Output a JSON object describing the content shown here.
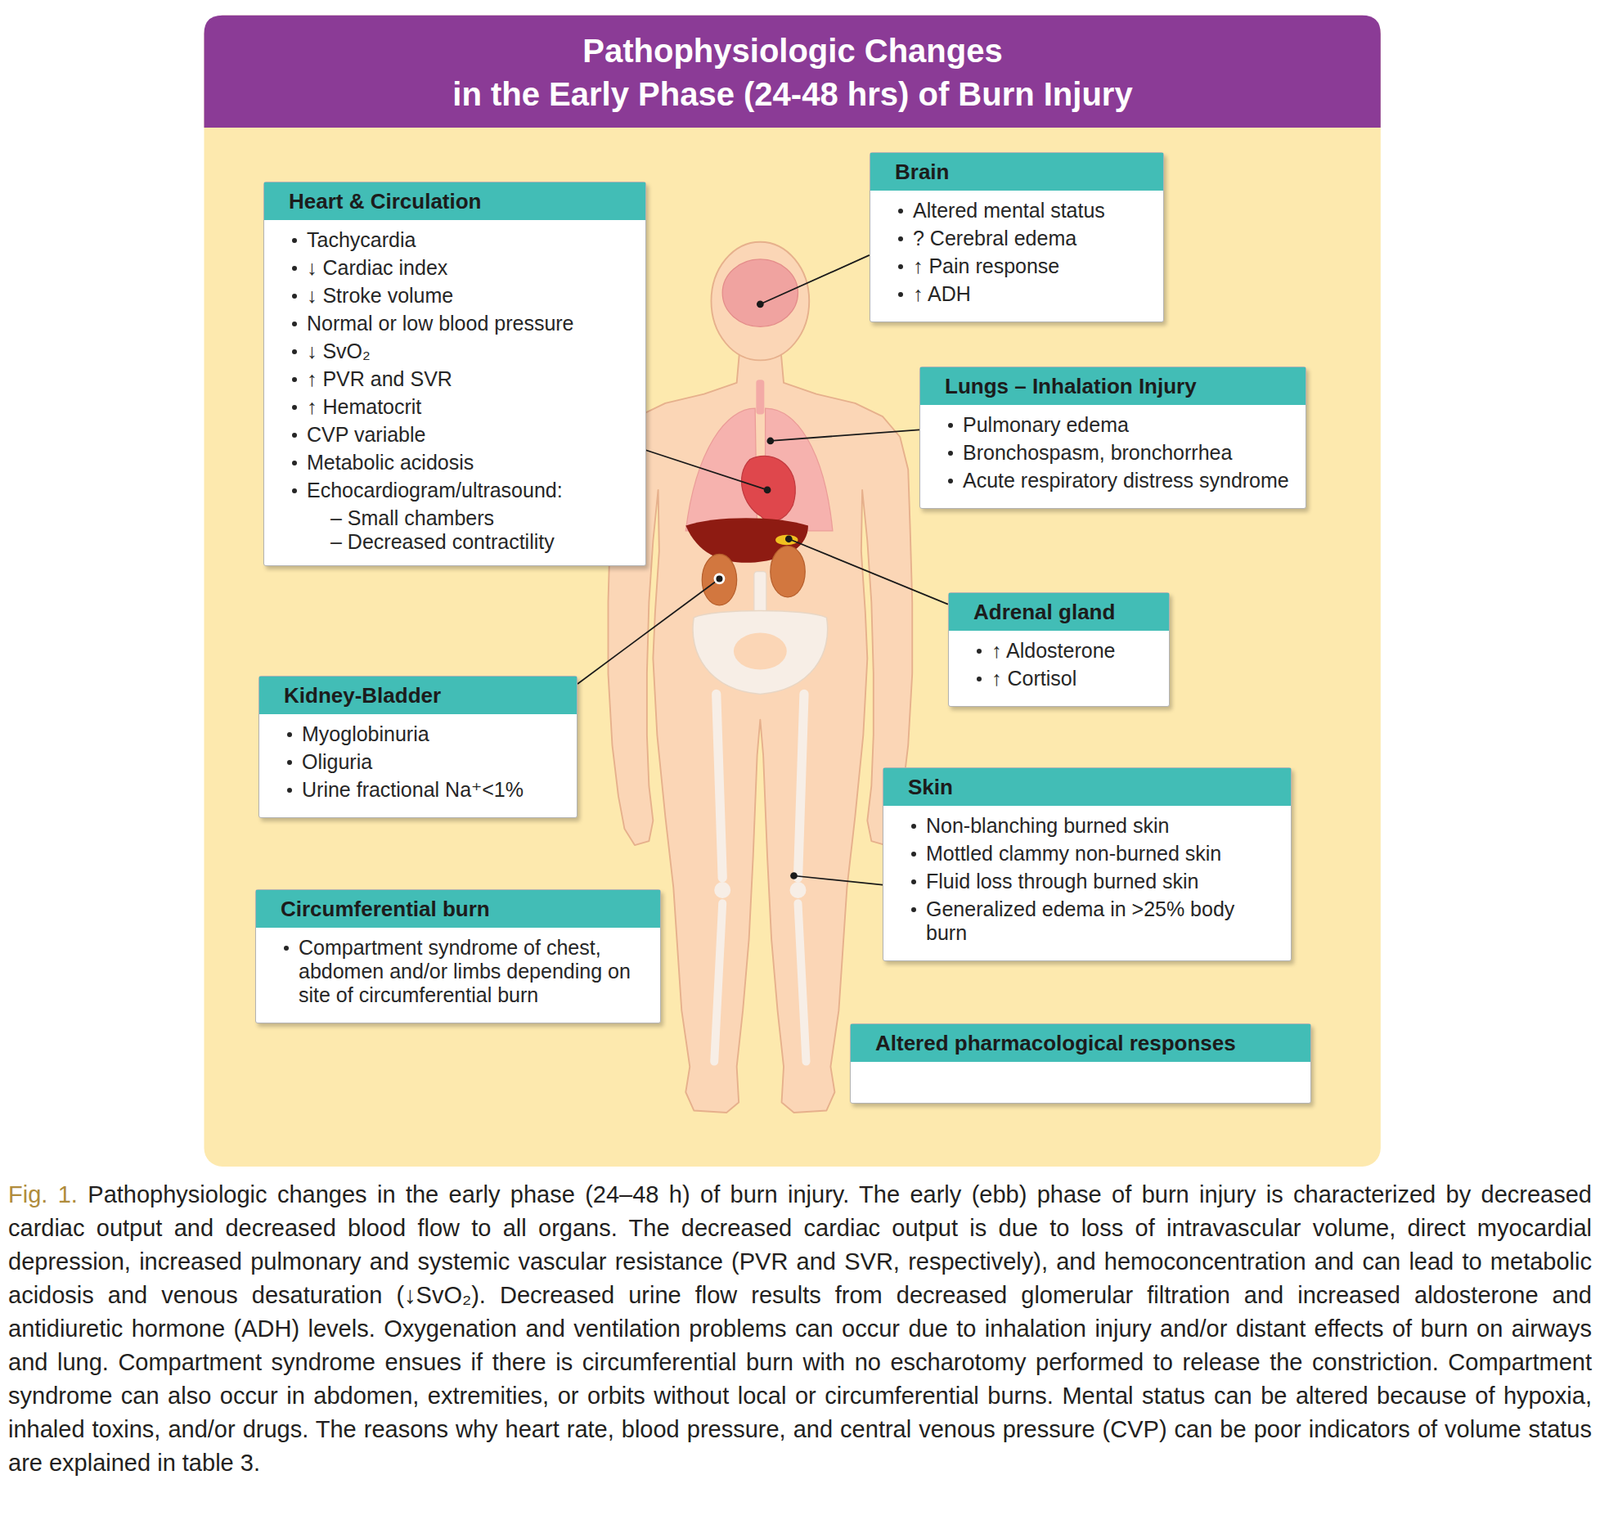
{
  "diagram": {
    "title": "Pathophysiologic Changes in the Early Phase (24-48 hrs) of Burn Injury",
    "caption": "Fig. 1. Pathophysiologic changes in the early phase (24–48 h) of burn injury. The early (ebb) phase of burn injury is characterized by decreased cardiac output and decreased blood flow to all organs. The decreased cardiac output is due to loss of intravascular volume, direct myocardial depression, increased pulmonary and systemic vascular resistance (PVR and SVR, respectively), and hemoconcentration and can lead to metabolic acidosis and venous desaturation (↓SvO₂). Decreased urine flow results from decreased glomerular filtration and increased aldosterone and antidiuretic hormone (ADH) levels. Oxygenation and ventilation problems can occur due to inhalation injury and/or distant effects of burn on airways and lung. Compartment syndrome ensues if there is circumferential burn with no escharotomy performed to release the constriction. Compartment syndrome can also occur in abdomen, extremities, or orbits without local or circumferential burns. Mental status can be altered because of hypoxia, inhaled toxins, and/or drugs. The reasons why heart rate, blood pressure, and central venous pressure (CVP) can be poor indicators of volume status are explained in table 3.",
    "nodes": [
      {
        "text": [
          "Heart & Circulation",
          "Tachycardia",
          "↓ Cardiac index",
          "↓ Stroke volume",
          "Normal or low blood pressure",
          "↓ SvO₂",
          "↑ PVR and SVR",
          "↑ Hematocrit",
          "CVP variable",
          "Metabolic acidosis",
          "Echocardiogram/ultrasound:",
          "– Small chambers",
          "– Decreased contractility"
        ]
      },
      {
        "text": [
          "Brain",
          "Altered mental status",
          "? Cerebral edema",
          "↑ Pain response",
          "↑ ADH"
        ]
      },
      {
        "text": [
          "Lungs – Inhalation Injury",
          "Pulmonary edema",
          "Bronchospasm, bronchorrhea",
          "Acute respiratory distress syndrome"
        ]
      },
      {
        "text": [
          "Adrenal gland",
          "↑ Aldosterone",
          "↑ Cortisol"
        ]
      },
      {
        "text": [
          "Kidney-Bladder",
          "Myoglobinuria",
          "Oliguria",
          "Urine fractional Na⁺<1%"
        ]
      },
      {
        "text": [
          "Skin",
          "Non-blanching burned skin",
          "Mottled clammy non-burned skin",
          "Fluid loss through burned skin",
          "Generalized edema in >25% body burn"
        ]
      },
      {
        "text": [
          "Circumferential burn",
          "Compartment syndrome of chest, abdomen and/or limbs depending on site of circumferential burn"
        ]
      },
      {
        "text": [
          "Altered pharmacological responses"
        ]
      }
    ]
  }
}
